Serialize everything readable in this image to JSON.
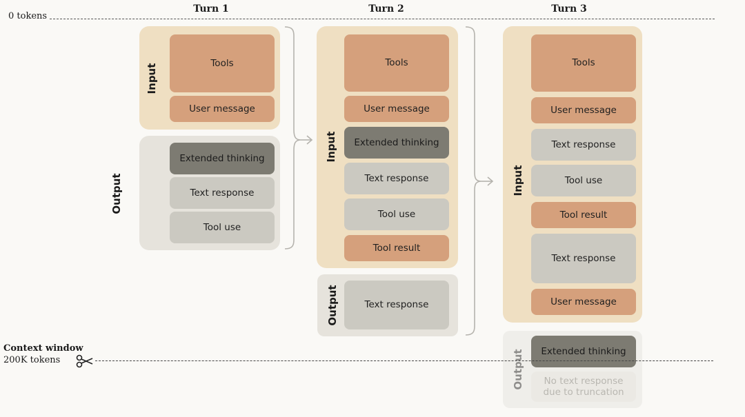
{
  "header": {
    "zero_tokens": "0 tokens",
    "turns": [
      "Turn 1",
      "Turn 2",
      "Turn 3"
    ]
  },
  "context": {
    "title": "Context window",
    "limit": "200K tokens",
    "icon": "scissors-icon"
  },
  "labels": {
    "input": "Input",
    "output": "Output"
  },
  "turn1": {
    "input": [
      "Tools",
      "User message"
    ],
    "output": [
      "Extended thinking",
      "Text response",
      "Tool use"
    ]
  },
  "turn2": {
    "input": [
      "Tools",
      "User message",
      "Extended thinking",
      "Text response",
      "Tool use",
      "Tool result"
    ],
    "output": [
      "Text response"
    ]
  },
  "turn3": {
    "input": [
      "Tools",
      "User message",
      "Text response",
      "Tool use",
      "Tool result",
      "Text response",
      "User message"
    ],
    "output": [
      "Extended thinking",
      "No text response due to truncation"
    ]
  },
  "colors": {
    "input_panel": "#efdfc2",
    "output_panel": "#e6e3dc",
    "input_block": "#d5a07c",
    "output_block": "#cbc9c1",
    "thinking_block": "#7d7b72"
  }
}
